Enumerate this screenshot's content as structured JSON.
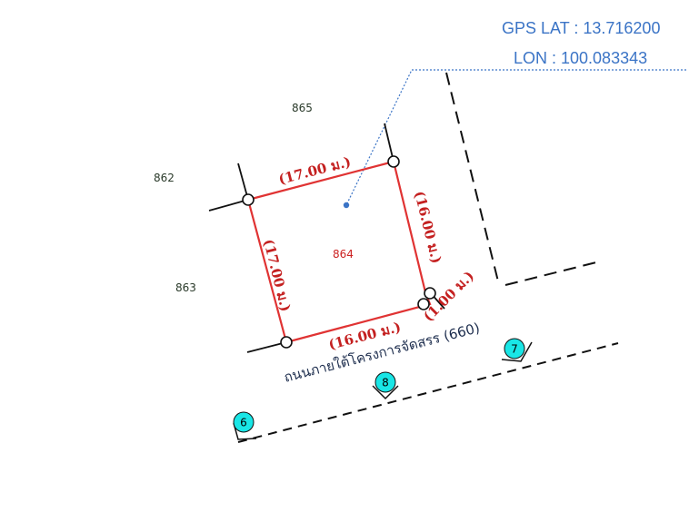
{
  "gps": {
    "lat_label": "GPS LAT : 13.716200",
    "lon_label": "LON : 100.083343"
  },
  "parcels": {
    "main": "864",
    "north": "865",
    "west": "862",
    "southwest": "863"
  },
  "dimensions": {
    "top": "(17.00 ม.)",
    "right": "(16.00 ม.)",
    "left": "(17.00 ม.)",
    "bottom": "(16.00 ม.)",
    "corner": "(1.00 ม.)"
  },
  "road": {
    "label": "ถนนภายใต้โครงการจัดสรร (660)"
  },
  "markers": [
    "6",
    "8",
    "7"
  ],
  "colors": {
    "gps_text": "#3b74c6",
    "boundary": "#e03333",
    "marker_fill": "#19e6e6",
    "leader_line": "#3b74c6"
  }
}
